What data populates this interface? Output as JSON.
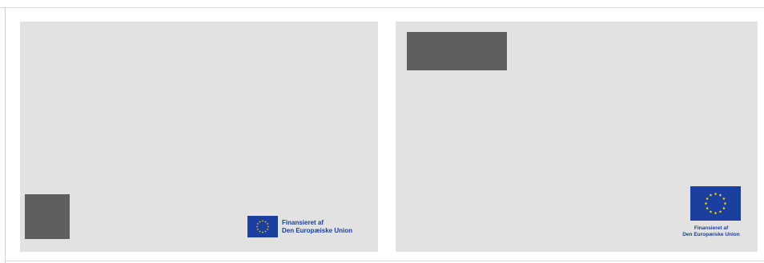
{
  "colors": {
    "panel_background": "#e1e2e1",
    "placeholder_block": "#5f5f5f",
    "eu_blue": "#1a3f9e",
    "eu_star_yellow": "#ffdd00"
  },
  "icons": {
    "eu_flag": "eu-flag-icon"
  },
  "left_panel": {
    "eu_label_line1": "Finansieret af",
    "eu_label_line2": "Den Europæiske Union"
  },
  "right_panel": {
    "eu_label_line1": "Finansieret af",
    "eu_label_line2": "Den Europæiske Union"
  }
}
